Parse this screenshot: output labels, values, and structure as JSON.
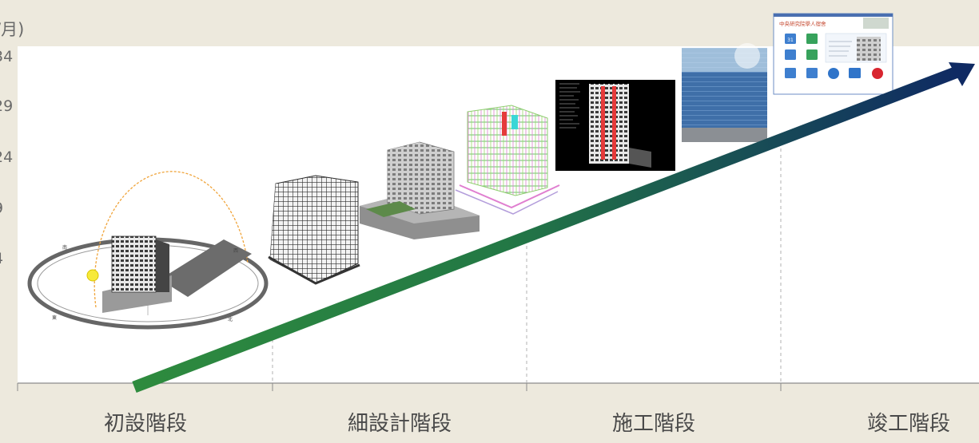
{
  "y_axis": {
    "unit_fragment": "/月)",
    "tick_fragments": [
      "34",
      "29",
      "24",
      "9",
      "4"
    ]
  },
  "stages": [
    {
      "label": "初設階段"
    },
    {
      "label": "細設計階段"
    },
    {
      "label": "施工階段"
    },
    {
      "label": "竣工階段"
    }
  ],
  "sun_study": {
    "direction_north": "南",
    "direction_west": "西",
    "direction_east": "東",
    "direction_south": "北"
  },
  "app_window": {
    "title": "中央研究院學人宿舍",
    "date_tile": "31"
  },
  "colors": {
    "arrow_start": "#2e8b3e",
    "arrow_end": "#0f2a63",
    "background": "#ede9dd",
    "plot_area": "#ffffff"
  }
}
